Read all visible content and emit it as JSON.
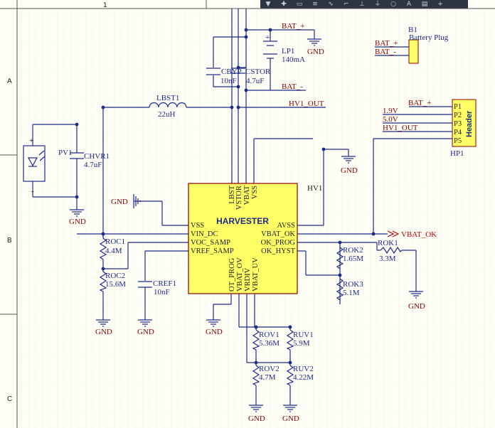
{
  "border": {
    "cols": [
      "1"
    ],
    "rows": [
      "A",
      "B",
      "C"
    ]
  },
  "toolbar": {
    "icons": [
      "filter-icon",
      "move-icon",
      "select-icon",
      "align-icon",
      "wire-icon",
      "bus-icon",
      "net-icon",
      "power-icon",
      "probe-icon",
      "text-icon",
      "more-icon",
      "add-icon"
    ]
  },
  "colors": {
    "wire": "#1c2a8a",
    "netlabel": "#8b0000",
    "power_port": "#c00000",
    "ic_fill": "#ffff66",
    "background": "#fffff5",
    "grid": "#e4e8ee"
  },
  "ic": {
    "title": "HARVESTER",
    "left_pins": [
      "VSS",
      "VIN_DC",
      "VOC_SAMP",
      "VREF_SAMP"
    ],
    "right_pins": [
      "AVSS",
      "VBAT_OK",
      "OK_PROG",
      "OK_HYST"
    ],
    "top_pins": [
      "LBST",
      "VSTOR",
      "VBAT",
      "VSS"
    ],
    "bottom_pins": [
      "OT_PROG",
      "VBAT_OV",
      "VRDIV",
      "VBAT_UV"
    ]
  },
  "components": {
    "LBST1": {
      "des": "LBST1",
      "val": "22uH"
    },
    "CBYP": {
      "des": "CBYP",
      "val": "10nF"
    },
    "CSTOR": {
      "des": "CSTOR",
      "val": "4.7uF"
    },
    "LP1": {
      "des": "LP1",
      "val": "140mA"
    },
    "PV1": {
      "des": "PV1"
    },
    "CHVR1": {
      "des": "CHVR1",
      "val": "4.7uF"
    },
    "ROC1": {
      "des": "ROC1",
      "val": "4.4M"
    },
    "ROC2": {
      "des": "ROC2",
      "val": "15.6M"
    },
    "CREF1": {
      "des": "CREF1",
      "val": "10nF"
    },
    "ROK1": {
      "des": "ROK1",
      "val": "3.3M"
    },
    "ROK2": {
      "des": "ROK2",
      "val": "1.65M"
    },
    "ROK3": {
      "des": "ROK3",
      "val": "5.1M"
    },
    "ROV1": {
      "des": "ROV1",
      "val": "5.36M"
    },
    "ROV2": {
      "des": "ROV2",
      "val": "4.7M"
    },
    "RUV1": {
      "des": "RUV1",
      "val": "5.9M"
    },
    "RUV2": {
      "des": "RUV2",
      "val": "4.22M"
    },
    "B1": {
      "des": "B1",
      "val": "Battery Plug"
    },
    "HP1": {
      "des": "HP1",
      "val": "Header",
      "pins": [
        "P1",
        "P2",
        "P3",
        "P4",
        "P5"
      ]
    }
  },
  "nets": {
    "bat_plus": "BAT_+",
    "bat_minus": "BAT_-",
    "hv1_out": "HV1_OUT",
    "hv1": "HV1",
    "gnd": "GND",
    "vbat_ok": "VBAT_OK",
    "v19": "1.9V",
    "v50": "5.0V"
  },
  "pv_polarity": {
    "plus": "+",
    "minus": "-"
  },
  "lp_polarity": {
    "plus": "+"
  }
}
